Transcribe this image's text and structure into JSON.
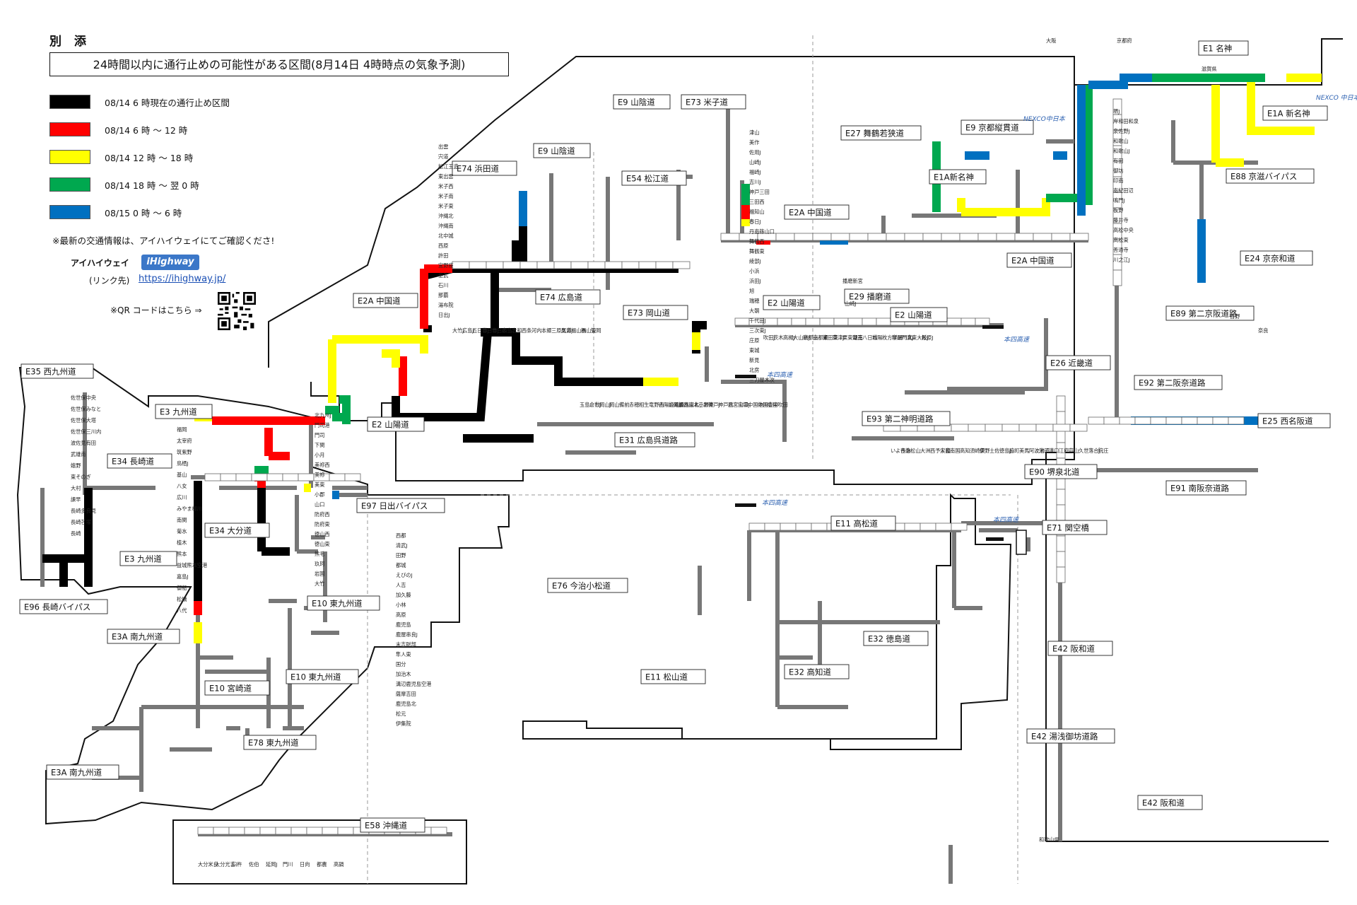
{
  "doc_label": "別 添",
  "title": "24時間以内に通行止めの可能性がある区間(8月14日 4時時点の気象予測)",
  "legend": [
    {
      "color": "#000000",
      "label": "08/14 6 時現在の通行止め区間"
    },
    {
      "color": "#ff0000",
      "label": "08/14 6 時 ～ 12 時"
    },
    {
      "color": "#ffff00",
      "label": "08/14 12 時 ～ 18 時"
    },
    {
      "color": "#00a84f",
      "label": "08/14 18 時 ～ 翌 0 時"
    },
    {
      "color": "#0070c0",
      "label": "08/15 0 時 ～ 6 時"
    }
  ],
  "notice": "※最新の交通情報は、アイハイウェイにてご確認くださ!",
  "ihighway": {
    "name": "アイハイウェイ",
    "logo": "iHighway",
    "link_prefix": "(リンク先)",
    "url": "https://ihighway.jp/",
    "qr_label": "※QR コードはこちら ⇒"
  },
  "route_labels": [
    "E35 西九州道",
    "E3 九州道",
    "E34 長崎道",
    "E34 大分道",
    "E3 九州道",
    "E96 長崎バイパス",
    "E3A 南九州道",
    "E10 宮崎道",
    "E78 東九州道",
    "E3A 南九州道",
    "E58 沖縄道",
    "E10 東九州道",
    "E10 東九州道",
    "E97 日出バイパス",
    "E2 山陽道",
    "E2A 中国道",
    "E74 浜田道",
    "E9 山陰道",
    "E9 山陰道",
    "E73 米子道",
    "E54 松江道",
    "E74 広島道",
    "E73 岡山道",
    "E31 広島呉道路",
    "E2A 中国道",
    "E2 山陽道",
    "E29 播磨道",
    "E27 舞鶴若狭道",
    "E9 京都縦貫道",
    "E1A新名神",
    "E2A 中国道",
    "E2 山陽道",
    "E93 第二神明道路",
    "E76 今治小松道",
    "E11 高松道",
    "E11 松山道",
    "E32 徳島道",
    "E32 高知道",
    "E1 名神",
    "E1A 新名神",
    "E88 京滋バイパス",
    "E24 京奈和道",
    "E89 第二京阪道路",
    "E26 近畿道",
    "E92 第二阪奈道路",
    "E25 西名阪道",
    "E90 堺泉北道",
    "E91 南阪奈道路",
    "E71 関空橋",
    "E42 阪和道",
    "E42 湯浅御坊道路",
    "E42 阪和道"
  ],
  "bridge_notes": [
    "本四高速",
    "本四高速",
    "本四高速",
    "本四高速"
  ],
  "nexco_notes": [
    "NEXCO中日本",
    "NEXCO 中日本"
  ],
  "station_labels": [
    "佐世保中央",
    "佐世保みなと",
    "佐世保大塔",
    "佐世保三川内",
    "波佐見有田",
    "武雄南",
    "嬉野",
    "東そのぎ",
    "大村",
    "諫早",
    "長崎多良見",
    "長崎芒塚",
    "長崎",
    "福岡",
    "太宰府",
    "筑紫野",
    "鳥栖J",
    "基山",
    "八女",
    "広川",
    "みやま柳川",
    "南関",
    "菊水",
    "植木",
    "熊本",
    "益城熊本空港",
    "嘉島J",
    "御船",
    "松橋",
    "八代",
    "北九州J",
    "門司港",
    "門司",
    "下関",
    "小月",
    "美祢西",
    "美祢",
    "美東",
    "小郡",
    "山口",
    "防府西",
    "防府東",
    "徳山西",
    "徳山東",
    "熊毛",
    "玖珂",
    "岩国",
    "大竹",
    "大竹J",
    "広島J",
    "五日市J",
    "廿日市J",
    "廿日市",
    "広島",
    "志和",
    "西条",
    "河内",
    "本郷",
    "三原久井",
    "尾道J",
    "福山西",
    "福山東",
    "笠岡",
    "玉島",
    "倉敷J",
    "岡山J",
    "岡山",
    "備前",
    "赤穂",
    "相生",
    "竜野西",
    "山陽姫路西",
    "山陽姫路東",
    "加古川北",
    "三木小野",
    "三木東",
    "神戸J",
    "神戸北",
    "西宮山口J",
    "宝塚",
    "中国池田",
    "中国豊中",
    "中国吹田",
    "吹田J",
    "茨木",
    "高槻J",
    "大山崎J",
    "京都南",
    "京都東",
    "瀬田東",
    "草津J",
    "栗東湖南",
    "竜王",
    "八日市",
    "城陽",
    "枚方学研",
    "寝屋川北",
    "門真J",
    "東大阪J",
    "松原J",
    "堺J",
    "岸和田和泉",
    "泉佐野J",
    "和歌山",
    "和歌山J",
    "有田",
    "御坊",
    "印南",
    "南紀田辺",
    "鳴門J",
    "板野",
    "藤井寺",
    "高松中央",
    "高松東",
    "善通寺",
    "川之江J",
    "いよ西条",
    "今治",
    "松山",
    "大洲",
    "西予宇和",
    "大豊",
    "南国",
    "高知",
    "須崎東",
    "伊野",
    "土佐",
    "徳島J",
    "脇町",
    "美馬",
    "阿波池田",
    "米子",
    "溝口",
    "江府",
    "蒜山",
    "久世",
    "落合J",
    "院庄",
    "津山",
    "美作",
    "佐用J",
    "山崎J",
    "福崎J",
    "吉川J",
    "神戸三田",
    "三田西",
    "福知山",
    "春日J",
    "丹南篠山口",
    "舞鶴西",
    "舞鶴東",
    "綾部J",
    "小浜",
    "浜田J",
    "旭",
    "瑞穂",
    "大朝",
    "千代田J",
    "三次東J",
    "庄原",
    "東城",
    "新見",
    "北房",
    "三刀屋木次",
    "出雲",
    "宍道",
    "松江玉造",
    "東出雲",
    "米子西",
    "米子南",
    "米子東",
    "沖縄北",
    "沖縄南",
    "北中城",
    "西原",
    "許田",
    "宜野座",
    "金武",
    "石川",
    "那覇",
    "湯布院",
    "日出J",
    "大分米良",
    "大分光吉",
    "臼杵",
    "佐伯",
    "延岡J",
    "門川",
    "日向",
    "都農",
    "高鍋",
    "西都",
    "清武J",
    "田野",
    "都城",
    "えびのJ",
    "人吉",
    "加久藤",
    "小林",
    "高原",
    "鹿児島",
    "鹿屋串良J",
    "末吉財部",
    "隼人東",
    "国分",
    "加治木",
    "溝辺鹿児島空港",
    "薩摩吉田",
    "鹿児島北",
    "松元",
    "伊集院"
  ],
  "map_region_notes": [
    "山崎J",
    "播磨新宮",
    "大阪",
    "京都府",
    "滋賀県",
    "吉野",
    "奈良",
    "和歌山県"
  ]
}
